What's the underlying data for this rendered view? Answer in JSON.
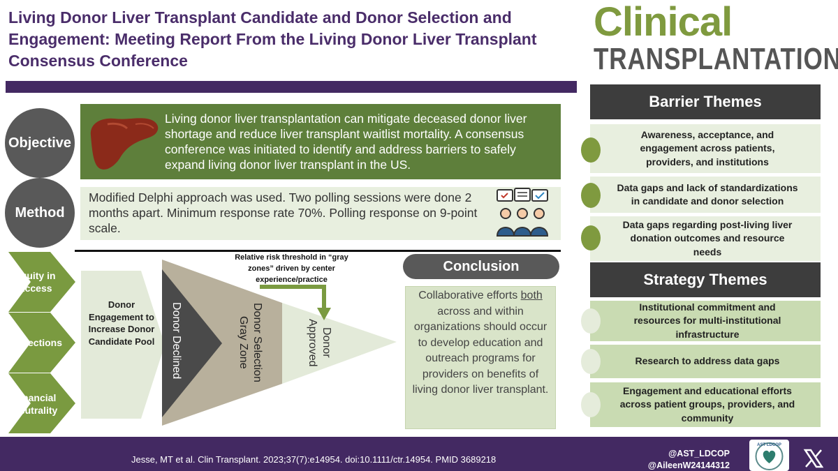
{
  "header": {
    "title": "Living Donor Liver Transplant Candidate and Donor Selection and Engagement: Meeting Report From the Living Donor Liver Transplant Consensus Conference",
    "journal_line1": "Clinical",
    "journal_line2": "TRANSPLANTATION"
  },
  "objective": {
    "label": "Objective",
    "text": "Living donor liver transplantation can mitigate deceased donor liver shortage and reduce liver transplant waitlist mortality. A consensus conference was initiated to identify and address barriers to safely expand living donor liver transplant in the US."
  },
  "method": {
    "label": "Method",
    "text": "Modified Delphi approach was used. Two polling sessions were done 2 months apart. Minimum response rate 70%. Polling response on 9-point scale."
  },
  "diagram": {
    "arrows": [
      "Equity in Access",
      "Protections",
      "Financial Neutrality"
    ],
    "pool": "Donor Engagement to Increase Donor Candidate Pool",
    "declined": "Donor Declined",
    "gray_zone": "Donor Selection Gray Zone",
    "approved": "Donor Approved",
    "risk_note": "Relative risk threshold in “gray zones” driven by center experience/practice"
  },
  "conclusion": {
    "label": "Conclusion",
    "text_before": "Collaborative efforts ",
    "text_underlined": "both",
    "text_after": " across and within organizations should occur to develop education and outreach programs for providers on benefits of living donor liver transplant."
  },
  "barrier_themes": {
    "header": "Barrier Themes",
    "items": [
      "Awareness, acceptance, and engagement across patients, providers, and institutions",
      "Data gaps and lack of standardizations in candidate and donor selection",
      "Data gaps regarding post-living liver donation outcomes and resource needs"
    ]
  },
  "strategy_themes": {
    "header": "Strategy Themes",
    "items": [
      "Institutional commitment and resources for multi-institutional infrastructure",
      "Research to address data gaps",
      "Engagement and educational efforts across patient groups, providers, and community"
    ]
  },
  "footer": {
    "citation": "Jesse, MT et al. Clin Transplant. 2023;37(7):e14954. doi:10.1111/ctr.14954. PMID 3689218",
    "handle1": "@AST_LDCOP",
    "handle2": "@AileenW24144312",
    "logo_text": "AST LDCOP"
  },
  "colors": {
    "purple": "#432962",
    "dark_green": "#5e7f3b",
    "light_green": "#e8efdf",
    "gray": "#595959"
  },
  "icons": [
    "liver-icon",
    "discussion-people-icon",
    "ast-ldcop-logo",
    "x-logo"
  ]
}
